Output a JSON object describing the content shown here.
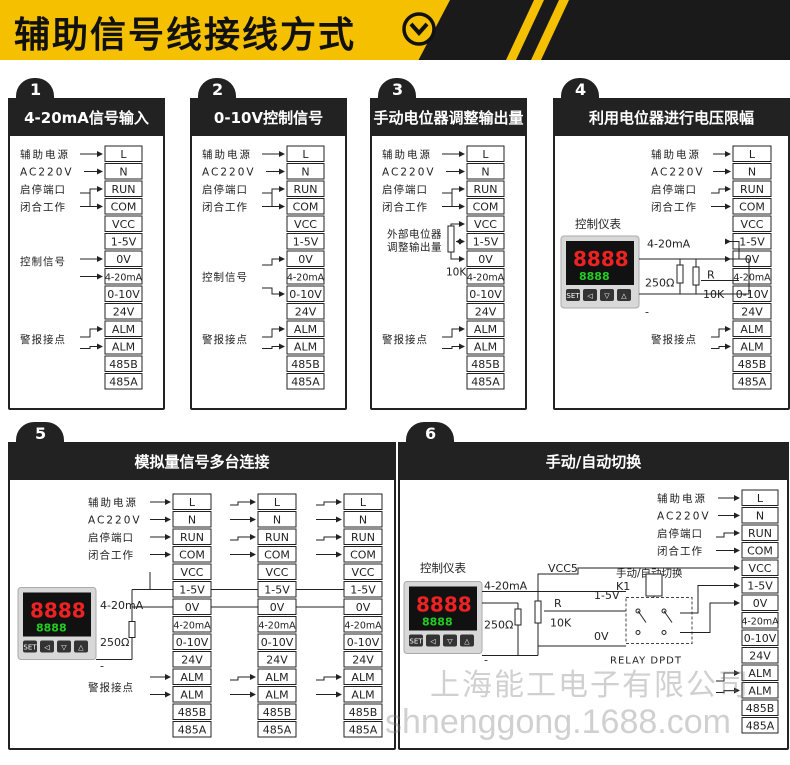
{
  "header": {
    "title": "辅助信号线接线方式"
  },
  "terminals_10": [
    "L",
    "N",
    "RUN",
    "COM",
    "VCC",
    "1-5V",
    "0V",
    "4-20mA",
    "0-10V",
    "24V",
    "ALM",
    "ALM",
    "485B",
    "485A"
  ],
  "labels": {
    "aux_power": "辅助电源",
    "ac220": "AC220V",
    "start_stop_1": "启停端口",
    "start_stop_2": "闭合工作",
    "control_signal": "控制信号",
    "alarm_contact": "警报接点",
    "ext_pot_1": "外部电位器",
    "ext_pot_2": "调整输出量",
    "r10k": "10K",
    "controller": "控制仪表",
    "i_4_20": "4-20mA",
    "r250": "250Ω",
    "r": "R",
    "vcc5": "VCC5",
    "v15": "1-5V",
    "v0": "0V",
    "k1": "K1",
    "manual_auto": "手动/自动切换",
    "relay": "RELAY DPDT",
    "minus": "-"
  },
  "panels": [
    {
      "num": "1",
      "title": "4-20mA信号输入"
    },
    {
      "num": "2",
      "title": "0-10V控制信号"
    },
    {
      "num": "3",
      "title": "手动电位器调整输出量"
    },
    {
      "num": "4",
      "title": "利用电位器进行电压限幅"
    },
    {
      "num": "5",
      "title": "模拟量信号多台连接"
    },
    {
      "num": "6",
      "title": "手动/自动切换"
    }
  ],
  "meter": {
    "digits": "8888",
    "buttons": [
      "SET",
      "◁",
      "▽",
      "△"
    ]
  },
  "watermark": {
    "line1": "上海能工电子有限公司",
    "line2": "shnenggong.1688.com"
  },
  "colors": {
    "accent": "#f5c000",
    "dark": "#222222"
  }
}
